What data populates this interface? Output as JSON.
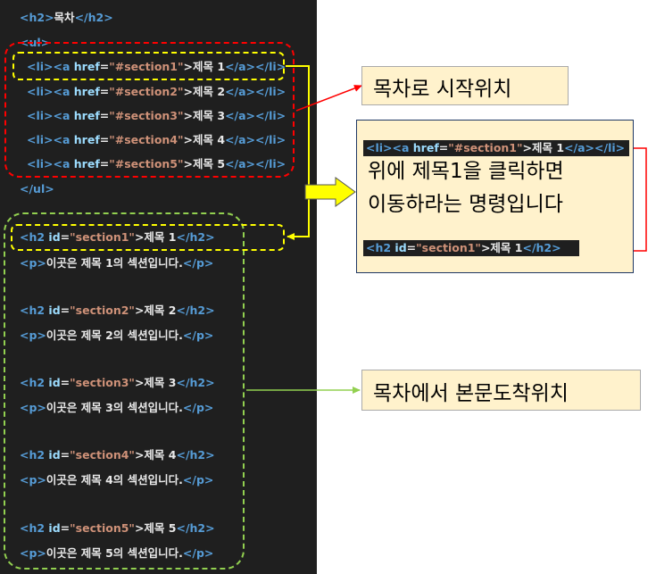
{
  "code": {
    "h2_open": "<h2>",
    "h2_title": "목차",
    "h2_close": "</h2>",
    "ul_open": "<ul>",
    "ul_close": "</ul>",
    "toc_items": [
      {
        "href": "\"#section1\"",
        "label": "제목 1"
      },
      {
        "href": "\"#section2\"",
        "label": "제목 2"
      },
      {
        "href": "\"#section3\"",
        "label": "제목 3"
      },
      {
        "href": "\"#section4\"",
        "label": "제목 4"
      },
      {
        "href": "\"#section5\"",
        "label": "제목 5"
      }
    ],
    "sections": [
      {
        "id": "\"section1\"",
        "title": "제목 1",
        "para": "이곳은 제목 1의 섹션입니다."
      },
      {
        "id": "\"section2\"",
        "title": "제목 2",
        "para": "이곳은 제목 2의 섹션입니다."
      },
      {
        "id": "\"section3\"",
        "title": "제목 3",
        "para": "이곳은 제목 3의 섹션입니다."
      },
      {
        "id": "\"section4\"",
        "title": "제목 4",
        "para": "이곳은 제목 4의 섹션입니다."
      },
      {
        "id": "\"section5\"",
        "title": "제목 5",
        "para": "이곳은 제목 5의 섹션입니다."
      }
    ]
  },
  "labels": {
    "toc_start": "목차로 시작위치",
    "body_arrival": "목차에서 본문도착위치",
    "explain_line1": "위에 제목1을 클릭하면",
    "explain_line2": "이동하라는 명령입니다"
  },
  "info_box": {
    "li_code": {
      "href": "\"#section1\"",
      "label": "제목 1"
    },
    "h2_code": {
      "id": "\"section1\"",
      "title": "제목 1"
    }
  },
  "colors": {
    "toc_box": "#ff0000",
    "body_box": "#92d050",
    "highlight": "#ffff00",
    "callout_bg": "#fff2cc",
    "info_border": "#1f3864"
  }
}
